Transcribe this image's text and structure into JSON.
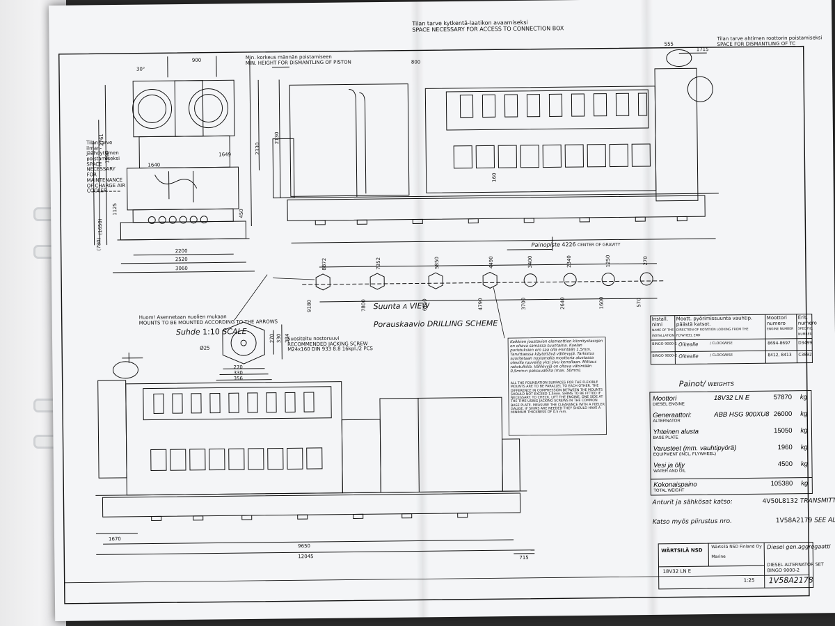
{
  "space_connection_box": {
    "fi": "Tilan tarve kytkentä-laatikon avaamiseksi",
    "en": "SPACE NECESSARY FOR ACCESS TO CONNECTION BOX"
  },
  "space_tc": {
    "fi": "Tilan tarve ahtimen roottorin poistamiseksi",
    "en": "SPACE FOR DISMANTLING OF TC"
  },
  "space_piston": {
    "fi": "Min. korkeus männän poistamiseen",
    "en": "MIN. HEIGHT FOR DISMANTLING OF PISTON"
  },
  "space_cooler": {
    "fi": "Tilan tarve ilman-jäähdyttimen poistamiseksi",
    "en": "SPACE NECESSARY FOR MAINTENANCE OF CHARGE AIR COOLER"
  },
  "front_view_dims": [
    "2200",
    "2520",
    "3060",
    "1640",
    "1649",
    "2330",
    "2761",
    "1990",
    "1125",
    "(1650)",
    "(780)",
    "450",
    "900",
    "30°"
  ],
  "side_view_dims": [
    "800",
    "2130",
    "555",
    "1715",
    "160"
  ],
  "center_of_gravity": {
    "label": "Painopiste",
    "value": "4226",
    "en": "CENTER OF GRAVITY"
  },
  "drilling_dims_top": [
    "8872",
    "7352",
    "5850",
    "4490",
    "3400",
    "2340",
    "1250",
    "270"
  ],
  "drilling_dims_bottom": [
    "9180",
    "7800",
    "6150",
    "4790",
    "3700",
    "2640",
    "1600",
    "570"
  ],
  "view": {
    "fi": "Suunta",
    "mark": "A",
    "en": "VIEW"
  },
  "drilling_scheme": {
    "fi": "Porauskaavio",
    "en": "DRILLING SCHEME"
  },
  "nut_note": {
    "fi": "Huom! Asennetaan nuolien mukaan",
    "en": "MOUNTS TO BE MOUNTED ACCORDING TO THE ARROWS"
  },
  "scale": {
    "fi": "Suhde",
    "value": "1:10",
    "en": "SCALE"
  },
  "mount_dims": [
    "270",
    "330",
    "356",
    "270",
    "330",
    "384",
    "Ø25"
  ],
  "jacking": {
    "fi": "Suositeltu nostoruuvi",
    "en": "RECOMMENDED JACKING SCREW",
    "spec": "M24x160 DIN 933 8.8  16kpl./2 PCS"
  },
  "notes_fi": "Kaikkien joustavien elementtien kiinnitystasojen on oltava samassa suuntaisia. Kuelan puristuksien ero saa olla enintään 1,5mm. Tarvittaessa käytettävä välilevyjä. Tarkistus suoritetaan nostamalla moottoria alustassa olevilla ruuveilla yksi sivu kerrallaan. Mittaus rakotulkilla. Välilevyjä on oltava vähintään 0,5mm:n paksuudeilla (max. 50mm).",
  "notes_en": "ALL THE FOUNDATION SURFACES FOR THE FLEXIBLE MOUNTS ARE TO BE PARALLEL TO EACH OTHER. THE DIFFERENCE IN COMPRESSION BETWEEN THE MOUNTS SHOULD NOT EXCEED 1,5mm. SHIMS TO BE FITTED IF NECESSARY. TO CHECK, LIFT THE ENGINE, ONE SIDE AT THE TIME USING JACKING SCREWS IN THE COMMON BASE PLATE. MEASURE THE CLEARANCE WITH A FEELER GAUGE. IF SHIMS ARE NEEDED THEY SHOULD HAVE A MINIMUM THICKNESS OF 0.5 mm.",
  "install_table": {
    "headers": [
      {
        "fi": "Install. nimi",
        "en": "NAME OF THE INSTALLATION"
      },
      {
        "fi": "Moott. pyörimissuunta vauhtip. päästä katsot.",
        "en": "DIRECTION OF ROTATION LOOKING FROM THE FLYWHEEL END"
      },
      {
        "fi": "Moottori numero",
        "en": "ENGINE NUMBER"
      },
      {
        "fi": "Erit. numero",
        "en": "SPECIFIC. NUMBER"
      }
    ],
    "rows": [
      [
        "BINGO 9000-1",
        "Oikealle",
        "/ CLOCKWISE",
        "8694-8697",
        "D3499"
      ],
      [
        "BINGO 9000-2",
        "Oikealle",
        "/ CLOCKWISE",
        "8412, 8413",
        "C3892"
      ]
    ]
  },
  "weights_title": {
    "fi": "Painot",
    "en": "WEIGHTS"
  },
  "weights": [
    {
      "fi": "Moottori",
      "en": "DIESEL ENGINE",
      "value": "18V32 LN E",
      "qty": "57870",
      "unit": "kg"
    },
    {
      "fi": "Generaattori:",
      "en": "ALTERNATOR",
      "value": "ABB HSG 900XU8",
      "qty": "26000",
      "unit": "kg"
    },
    {
      "fi": "Yhteinen alusta",
      "en": "BASE PLATE",
      "value": "",
      "qty": "15050",
      "unit": "kg"
    },
    {
      "fi": "Varusteet (mm. vauhtipyörä)",
      "en": "EQUIPMENT (INCL. FLYWHEEL)",
      "value": "",
      "qty": "1960",
      "unit": "kg"
    },
    {
      "fi": "Vesi ja öljy",
      "en": "WATER AND OIL",
      "value": "",
      "qty": "4500",
      "unit": "kg"
    },
    {
      "fi": "Kokonaispaino",
      "en": "TOTAL WEIGHT",
      "value": "",
      "qty": "105380",
      "unit": "kg"
    }
  ],
  "transmitters": {
    "fi": "Anturit ja sähkösat katso:",
    "en": "TRANSMITTERS AND ELECTRIC COMPONENTS SEE",
    "value": "4V50L8132"
  },
  "piping": {
    "fi": "Katso myös piirustus nro.",
    "en": "SEE ALSO DRAWING NUMBER",
    "value": "1V58A2179"
  },
  "bottom_dims": [
    "1670",
    "9650",
    "12045",
    "715"
  ],
  "title_block": {
    "company": "Wärtsilä NSD Finland Oy",
    "division": "Marine",
    "logo": "WÄRTSILÄ NSD",
    "title_fi": "Diesel gen.aggregaatti",
    "title_en": "DIESEL ALTERNATOR SET",
    "project": "BINGO 9000-2",
    "engine": "18V32 LN E",
    "scale": "1:25",
    "drawing_no": "1V58A2178"
  },
  "colors": {
    "ink": "#111111",
    "paper": "#f4f5f7"
  }
}
